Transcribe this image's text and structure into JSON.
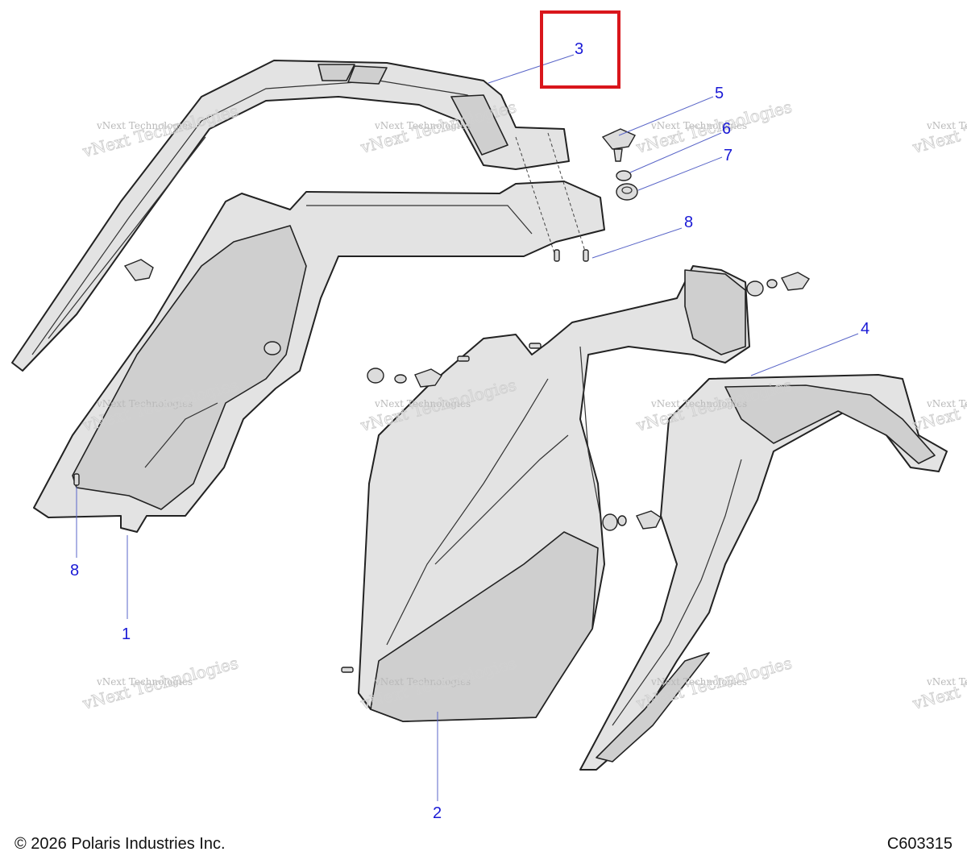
{
  "callouts": {
    "c1": "1",
    "c2": "2",
    "c3": "3",
    "c4": "4",
    "c5": "5",
    "c6": "6",
    "c7": "7",
    "c8a": "8",
    "c8b": "8"
  },
  "watermark": {
    "small": "vNext Technologies",
    "big": "vNext Technologies"
  },
  "footer": {
    "copyright": "© 2026 Polaris Industries Inc.",
    "code": "C603315"
  },
  "colors": {
    "callout": "#1a1ad6",
    "highlight_box": "#d9161c"
  }
}
